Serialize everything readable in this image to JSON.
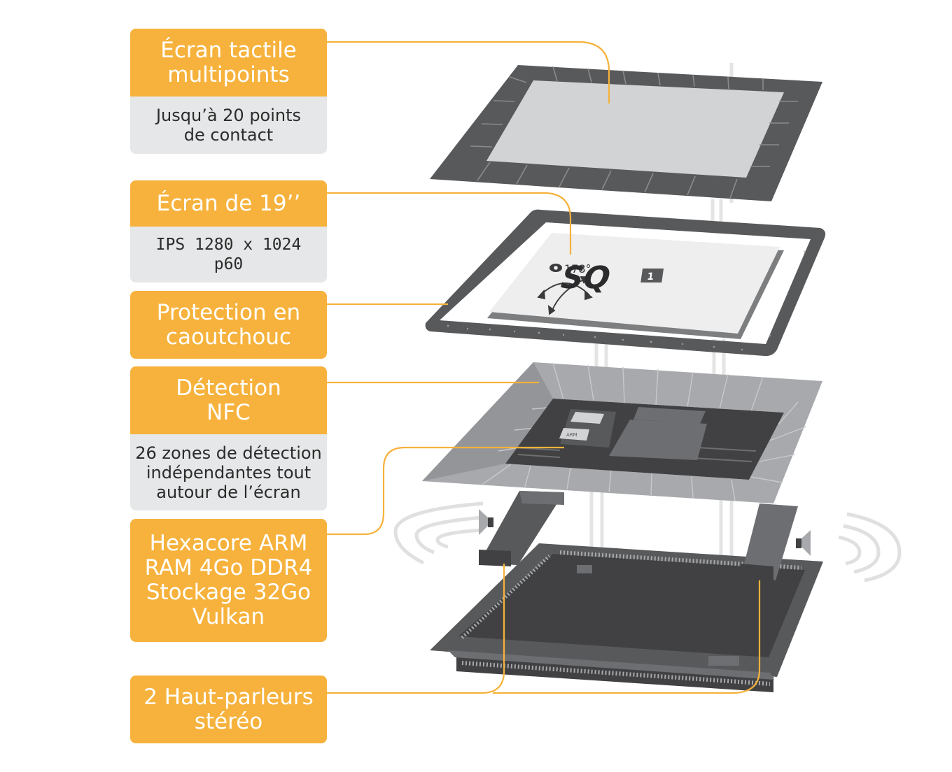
{
  "callouts": [
    {
      "title": "Écran tactile\nmultipoints",
      "detail": "Jusqu’à 20 points\nde contact"
    },
    {
      "title": "Écran de 19’’",
      "detail": "IPS 1280 x 1024\np60"
    },
    {
      "title": "Protection en\ncaoutchouc"
    },
    {
      "title": "Détection\nNFC",
      "detail": "26 zones de détection\nindépendantes tout\nautour de l’écran"
    },
    {
      "title": "Hexacore ARM\nRAM 4Go DDR4\nStockage 32Go\nVulkan"
    },
    {
      "title": "2 Haut-parleurs\nstéréo"
    }
  ],
  "screen": {
    "angle": "178°",
    "logo": "SQ",
    "logo_badge": "1"
  },
  "chip_labels": [
    "ARM"
  ],
  "colors": {
    "orange": "#f6b23c",
    "dark": "#58595b",
    "light": "#d1d3d4",
    "panel": "#eeeeee",
    "grey_box": "#e6e7e8"
  }
}
